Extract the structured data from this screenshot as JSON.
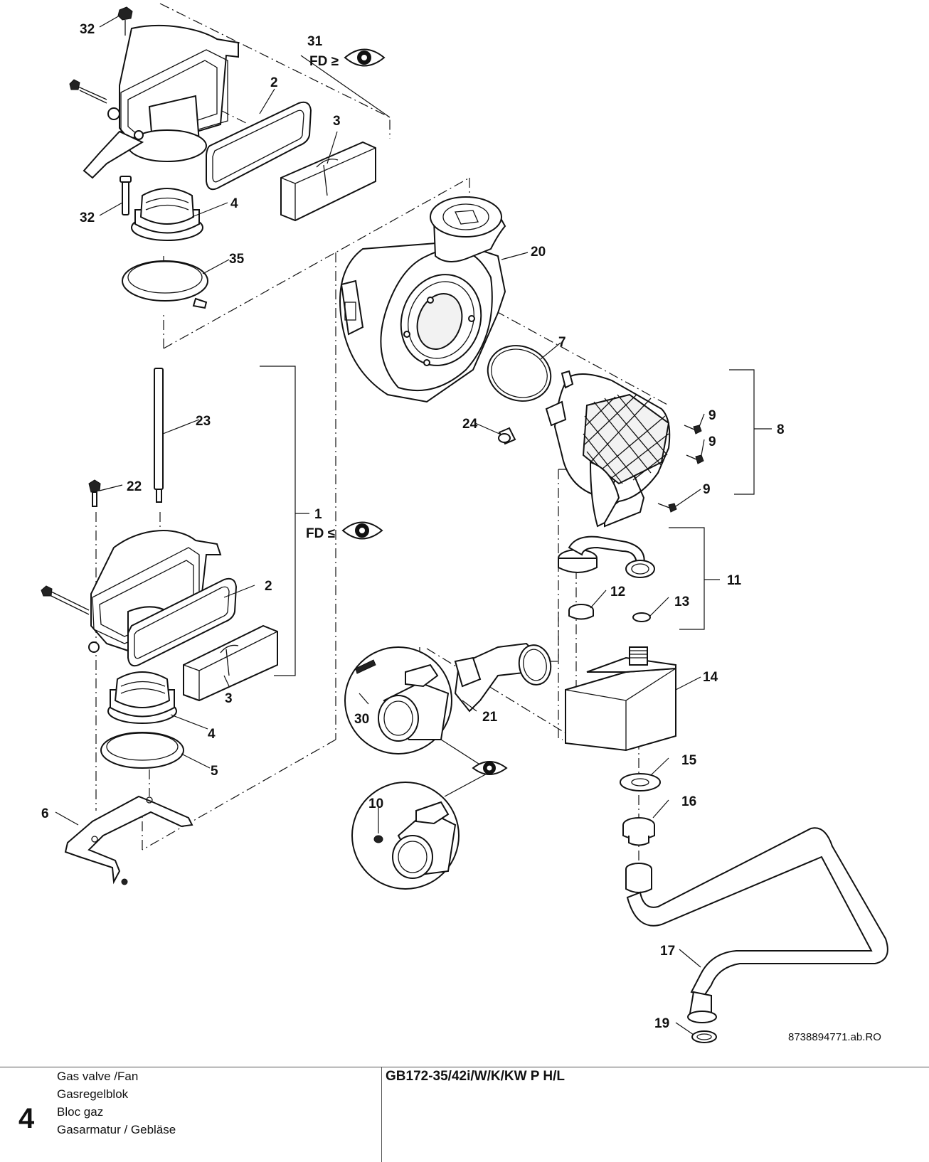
{
  "labels": {
    "l32a": "32",
    "l31": "31",
    "l2a": "2",
    "l3a": "3",
    "l32b": "32",
    "l4a": "4",
    "l35": "35",
    "l20": "20",
    "l7": "7",
    "l24": "24",
    "l9a": "9",
    "l9b": "9",
    "l9c": "9",
    "l8": "8",
    "l23": "23",
    "l22": "22",
    "l1": "1",
    "l2b": "2",
    "l11": "11",
    "l12": "12",
    "l13": "13",
    "l14": "14",
    "l3b": "3",
    "l30": "30",
    "l21": "21",
    "l4b": "4",
    "l5": "5",
    "l15": "15",
    "l6": "6",
    "l10": "10",
    "l16": "16",
    "l17": "17",
    "l19": "19"
  },
  "fd_top": "FD ≥",
  "fd_mid": "FD ≤",
  "doc_number": "8738894771.ab.RO",
  "footer": {
    "page_number": "4",
    "title_en": "Gas valve /Fan",
    "title_nl": "Gasregelblok",
    "title_fr": "Bloc gaz",
    "title_de": "Gasarmatur / Gebläse",
    "model": "GB172-35/42i/W/K/KW P H/L"
  },
  "icons": [
    "eye-icon",
    "eye-icon",
    "eye-icon"
  ]
}
